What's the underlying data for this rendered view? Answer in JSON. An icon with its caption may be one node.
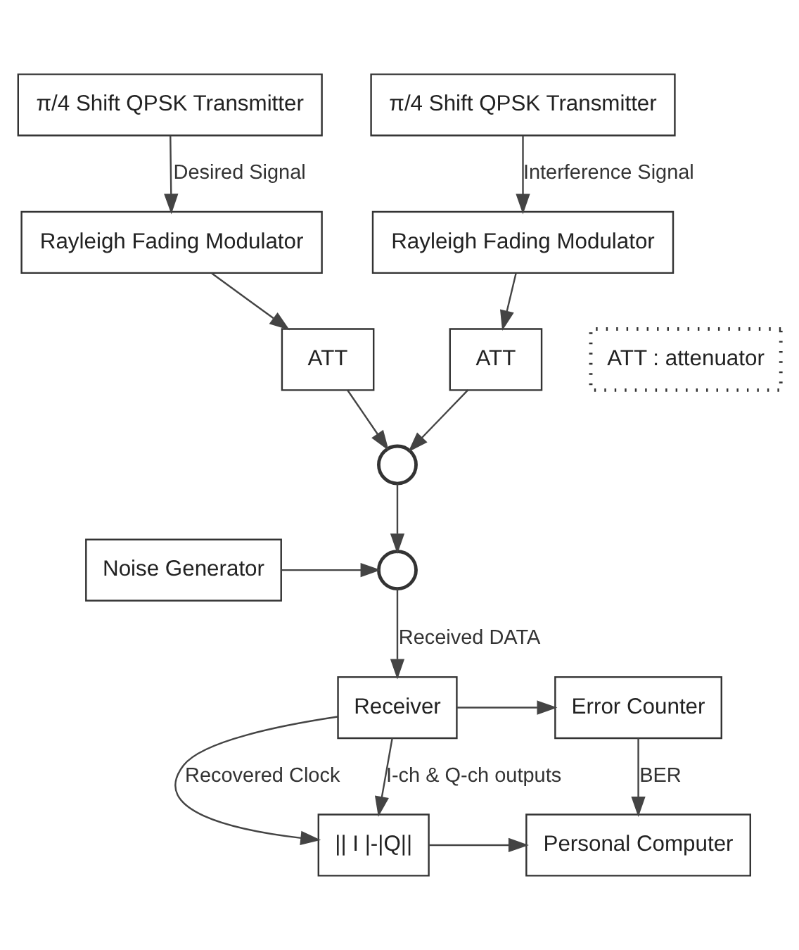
{
  "diagram": {
    "nodes": [
      {
        "text": [
          "π/4 Shift QPSK Transmitter"
        ]
      },
      {
        "text": [
          "π/4 Shift QPSK Transmitter"
        ]
      },
      {
        "text": [
          "Rayleigh Fading Modulator"
        ]
      },
      {
        "text": [
          "Rayleigh Fading Modulator"
        ]
      },
      {
        "text": [
          "ATT : attenuator"
        ]
      },
      {
        "text": [
          "ATT"
        ]
      },
      {
        "text": [
          "ATT"
        ]
      },
      {
        "text": [],
        "shape": "circle"
      },
      {
        "text": [
          "Noise Generator"
        ]
      },
      {
        "text": [],
        "shape": "circle"
      },
      {
        "text": [
          "Receiver"
        ]
      },
      {
        "text": [
          "Error Counter"
        ]
      },
      {
        "text": [
          "Personal Computer"
        ]
      },
      {
        "text": [
          "|| I |-|Q||"
        ]
      }
    ],
    "edges": [
      {
        "from": 0,
        "to": 2,
        "arrow": "to",
        "label": "Desired Signal"
      },
      {
        "from": 1,
        "to": 3,
        "arrow": "to",
        "label": "Interference Signal"
      },
      {
        "from": 2,
        "to": 5,
        "arrow": "to"
      },
      {
        "from": 3,
        "to": 6,
        "arrow": "to"
      },
      {
        "from": 5,
        "to": 7,
        "arrow": "to"
      },
      {
        "from": 6,
        "to": 7,
        "arrow": "to"
      },
      {
        "from": 7,
        "to": 9,
        "arrow": "to"
      },
      {
        "from": 8,
        "to": 9,
        "arrow": "to"
      },
      {
        "from": 9,
        "to": 10,
        "arrow": "to",
        "label": "Received DATA"
      },
      {
        "from": 10,
        "to": 11,
        "arrow": "to"
      },
      {
        "from": 11,
        "to": 12,
        "arrow": "to",
        "label": "BER"
      },
      {
        "from": 10,
        "to": 13,
        "arrow": "to",
        "label": "Recovered Clock"
      },
      {
        "from": 10,
        "to": 13,
        "arrow": "to",
        "label": "I-ch & Q-ch outputs"
      },
      {
        "from": 13,
        "to": 12,
        "arrow": "to"
      }
    ]
  }
}
